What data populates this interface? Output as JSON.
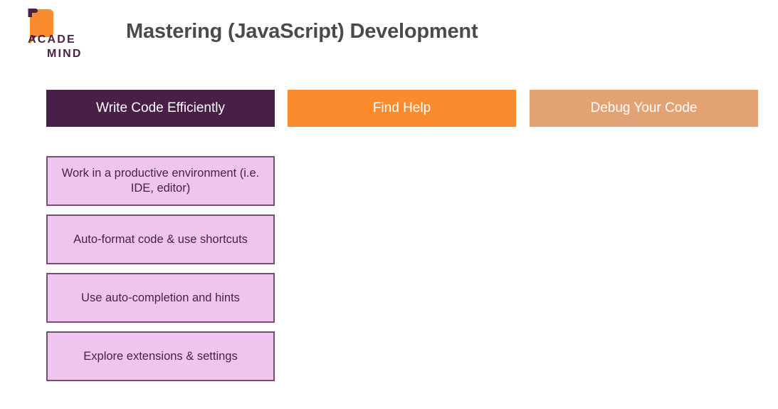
{
  "slide": {
    "title": "Mastering (JavaScript) Development",
    "background_color": "#FFFFFF",
    "title_color": "#4A4A4A"
  },
  "logo": {
    "name": "academind-logo",
    "line1": "ACADE",
    "line2": "MIND",
    "mark_color": "#FB8C2E",
    "text_color": "#4C1F48"
  },
  "tabs": [
    {
      "label": "Write Code Efficiently",
      "color": "#4A1F47",
      "text_color": "#FFFFFF",
      "selected": true
    },
    {
      "label": "Find Help",
      "color": "#FB8C2E",
      "text_color": "#FFFFFF",
      "selected": false
    },
    {
      "label": "Debug Your Code",
      "color": "#E2A273",
      "text_color": "#FFFFFF",
      "selected": false
    }
  ],
  "columns": [
    {
      "tab": "Write Code Efficiently",
      "cards": [
        {
          "label": "Work in a productive environment (i.e. IDE, editor)"
        },
        {
          "label": "Auto-format code & use shortcuts"
        },
        {
          "label": "Use auto-completion and hints"
        },
        {
          "label": "Explore extensions & settings"
        }
      ]
    },
    {
      "tab": "Find Help",
      "cards": []
    },
    {
      "tab": "Debug Your Code",
      "cards": []
    }
  ],
  "card_style": {
    "fill": "#EEC5EC",
    "border": "#7D4C75",
    "text_color": "#4A1F47"
  }
}
